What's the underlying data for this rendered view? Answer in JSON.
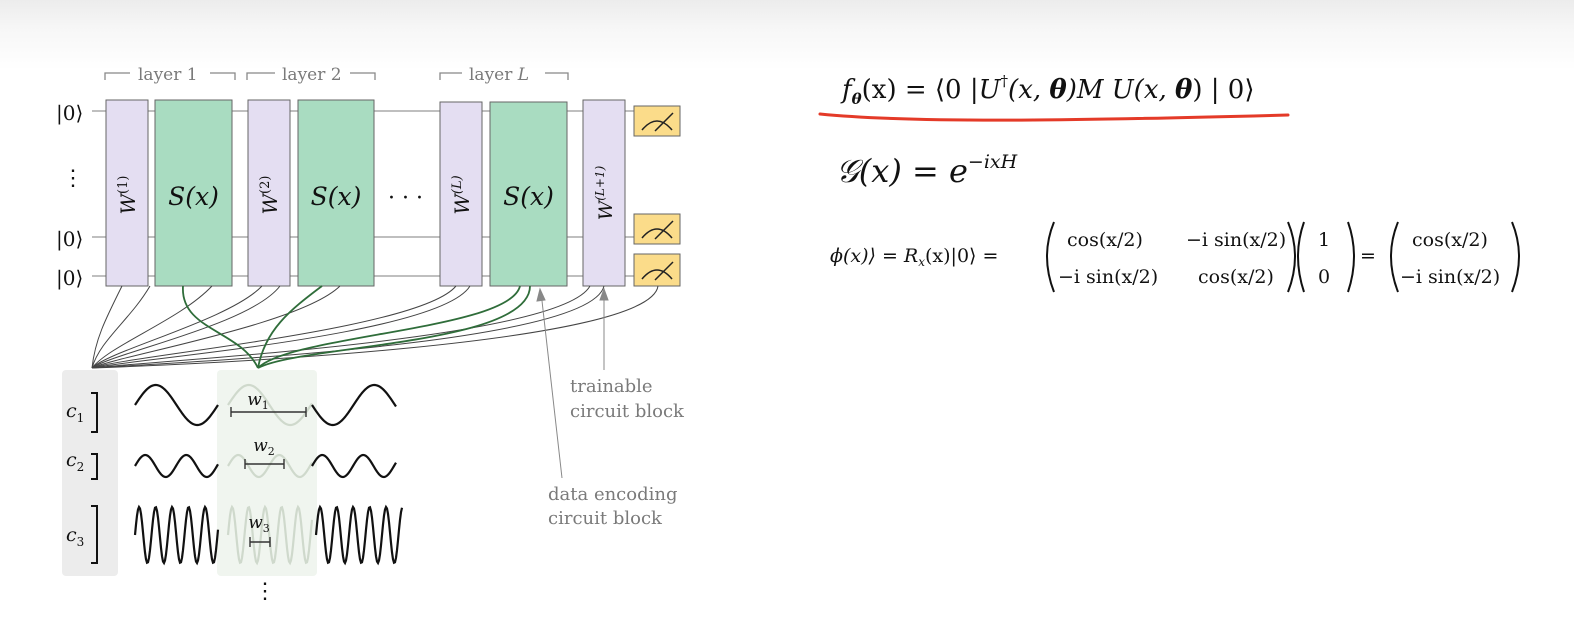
{
  "circuit": {
    "layer_labels": [
      {
        "name": "layer ",
        "idx": "1"
      },
      {
        "name": "layer ",
        "idx": "2"
      },
      {
        "name": "layer ",
        "idx": "L"
      }
    ],
    "kets": [
      "|0⟩",
      "⋮",
      "|0⟩",
      "|0⟩"
    ],
    "trainable_blocks": [
      {
        "base": "W",
        "sup": "(1)"
      },
      {
        "base": "W",
        "sup": "(2)"
      },
      {
        "base": "W",
        "sup": "(L)"
      },
      {
        "base": "W",
        "sup": "(L+1)"
      }
    ],
    "encoding_blocks": [
      "S(x)",
      "S(x)",
      "S(x)"
    ],
    "ellipsis": "· · ·",
    "annotations": {
      "trainable": [
        "trainable",
        "circuit block"
      ],
      "encoding": [
        "data encoding",
        "circuit block"
      ]
    },
    "coefficients": [
      {
        "base": "c",
        "sub": "1"
      },
      {
        "base": "c",
        "sub": "2"
      },
      {
        "base": "c",
        "sub": "3"
      }
    ],
    "frequencies": [
      {
        "base": "w",
        "sub": "1"
      },
      {
        "base": "w",
        "sub": "2"
      },
      {
        "base": "w",
        "sub": "3"
      }
    ],
    "vertical_dots": "⋮"
  },
  "equations": {
    "model": {
      "lhs_f": "f",
      "lhs_sub": "θ",
      "lhs_arg": "(x) = ⟨0 |",
      "U": "U",
      "dagger": "†",
      "mid": "(x, ",
      "theta": "θ",
      "mid2": ")M U(x, ",
      "theta2": "θ",
      "rhs": ") | 0⟩"
    },
    "generator": {
      "lhs": "𝒢(x) = e",
      "exp": "−ixH"
    },
    "state": {
      "lhs": "ϕ(x)⟩ = R",
      "lhs_sub": "x",
      "lhs_rest": "(x)|0⟩ =",
      "matrix": [
        "cos(x/2)",
        "−i sin(x/2)",
        "−i sin(x/2)",
        "cos(x/2)"
      ],
      "vector": [
        "1",
        "0"
      ],
      "equals": "=",
      "result": [
        "cos(x/2)",
        "−i sin(x/2)"
      ]
    }
  },
  "colors": {
    "trainable_fill": "#e4def2",
    "encoding_fill": "#a9dcc1",
    "measure_fill": "#fbdc8a",
    "highlight_stroke": "#e43a28",
    "wire_green": "#2f6d3a"
  }
}
